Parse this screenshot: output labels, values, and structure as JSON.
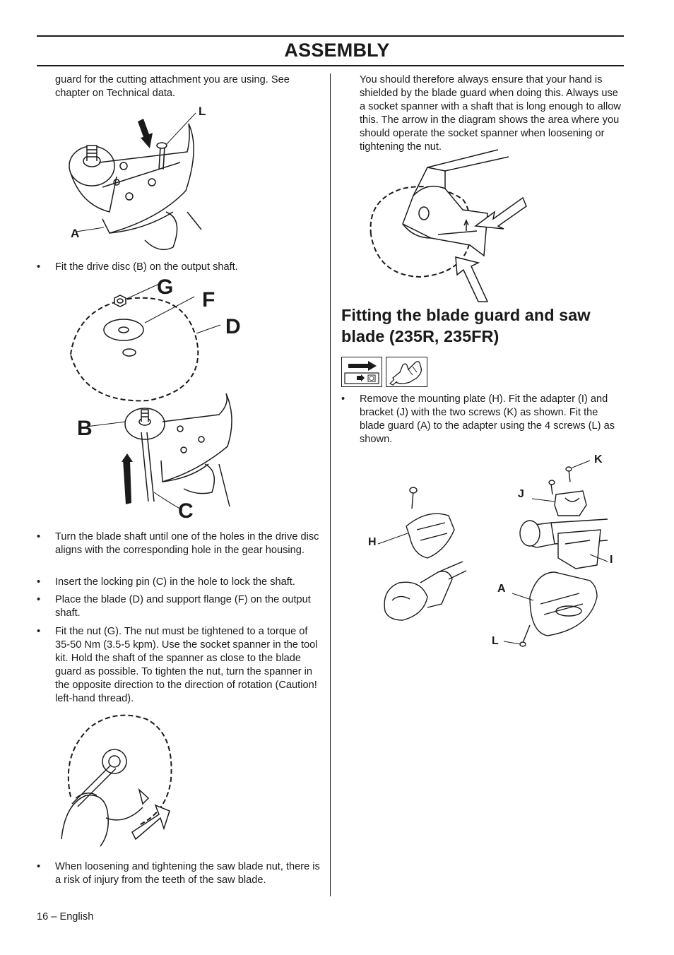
{
  "header": {
    "title": "ASSEMBLY"
  },
  "left": {
    "intro": "guard for the cutting attachment you are using. See chapter on Technical data.",
    "fig1": {
      "label_l": "L",
      "label_a": "A"
    },
    "bullet_drive_disc": "Fit the drive disc (B) on the output shaft.",
    "fig2": {
      "label_g": "G",
      "label_f": "F",
      "label_d": "D",
      "label_b": "B",
      "label_c": "C"
    },
    "bullets": [
      "Turn the blade shaft until one of the holes in the drive disc aligns with the corresponding hole in the gear housing.",
      "Insert the locking pin (C) in the hole to lock the shaft.",
      "Place the blade (D) and support flange (F) on the output shaft.",
      "Fit the nut (G). The nut must be tightened to a torque of 35-50 Nm (3.5-5 kpm). Use the socket spanner in the tool kit. Hold the shaft of the spanner as close to the blade guard as possible. To tighten the nut, turn the spanner in the opposite direction to the direction of rotation (Caution! left-hand thread)."
    ],
    "bullet_warning": "When loosening and tightening the saw blade nut, there is a risk of injury from the teeth of the saw blade."
  },
  "right": {
    "intro": "You should therefore always ensure that your hand is shielded by the blade guard when doing this. Always use a socket spanner with a shaft that is long enough to allow this. The arrow in the diagram shows the area where you should operate the socket spanner when loosening or tightening the nut.",
    "heading": "Fitting the blade guard and saw blade (235R, 235FR)",
    "icons": [
      "stop-switch-icon",
      "protective-glove-icon"
    ],
    "bullet_mount": "Remove the mounting plate (H). Fit the adapter (I) and bracket (J) with the two screws (K) as shown. Fit the blade guard (A) to the adapter using the 4 screws (L) as shown.",
    "fig4": {
      "label_k": "K",
      "label_j": "J",
      "label_h": "H",
      "label_i": "I",
      "label_a": "A",
      "label_l": "L"
    }
  },
  "footer": {
    "page": "16 – English"
  },
  "bullet_char": "•"
}
